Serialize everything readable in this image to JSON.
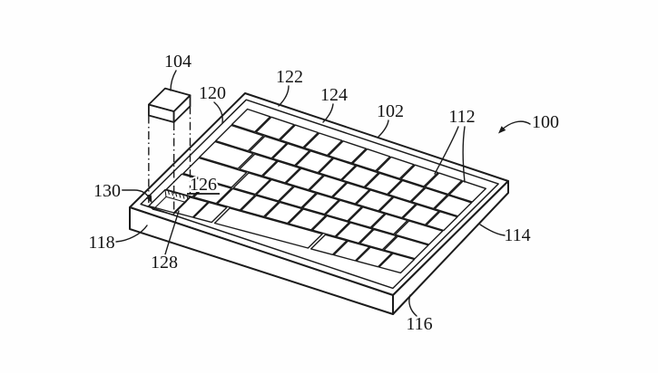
{
  "figure": {
    "title": "Patent line drawing - keyboard assembly with removable key",
    "type": "patent-line-drawing",
    "background_color": "#fefefe",
    "line_color": "#1c1c1c",
    "text_color": "#141414",
    "keyboard": {
      "rows": 6,
      "keys_per_row": [
        10,
        10,
        10,
        9,
        10,
        8
      ],
      "spacebar_row": 6,
      "socket_position": "front-left corner of bottom row",
      "removable_key_state": "lifted above empty socket, linked by dash-dot projection lines"
    },
    "labels": [
      {
        "ref": "104",
        "points_to": "removable key lifted above keyboard",
        "underlined": false
      },
      {
        "ref": "120",
        "points_to": "inner rim / key web at upper-left edge",
        "underlined": false
      },
      {
        "ref": "122",
        "points_to": "top rim edge of keyboard",
        "underlined": false
      },
      {
        "ref": "124",
        "points_to": "inner rim line along top edge",
        "underlined": false
      },
      {
        "ref": "102",
        "points_to": "top case outer edge",
        "underlined": false
      },
      {
        "ref": "112",
        "points_to": "two keys in top row (double leader)",
        "underlined": false
      },
      {
        "ref": "100",
        "points_to": "overall keyboard assembly (arrow)",
        "underlined": false
      },
      {
        "ref": "130",
        "points_to": "empty key socket (arrow)",
        "underlined": false
      },
      {
        "ref": "126",
        "points_to": "surface region beside socket",
        "underlined": true
      },
      {
        "ref": "128",
        "points_to": "key adjacent to socket",
        "underlined": false
      },
      {
        "ref": "118",
        "points_to": "front-left side wall of case",
        "underlined": false
      },
      {
        "ref": "114",
        "points_to": "right side wall of case",
        "underlined": false
      },
      {
        "ref": "116",
        "points_to": "bottom front edge of case",
        "underlined": false
      }
    ]
  }
}
